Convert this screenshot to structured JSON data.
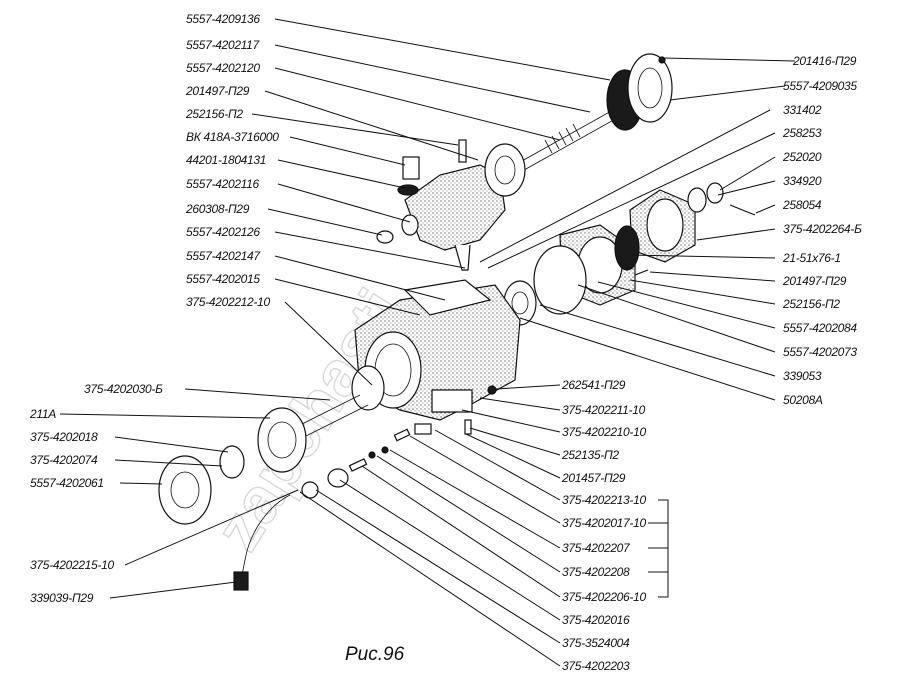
{
  "caption": "Рис.96",
  "watermark": "zapchasti",
  "labels": {
    "l01": "5557-4209136",
    "l02": "5557-4202117",
    "l03": "5557-4202120",
    "l04": "201497-П29",
    "l05": "252156-П2",
    "l06": "ВК 418А-3716000",
    "l07": "44201-1804131",
    "l08": "5557-4202116",
    "l09": "260308-П29",
    "l10": "5557-4202126",
    "l11": "5557-4202147",
    "l12": "5557-4202015",
    "l13": "375-4202212-10",
    "l14": "375-4202030-Б",
    "l15": "211А",
    "l16": "375-4202018",
    "l17": "375-4202074",
    "l18": "5557-4202061",
    "l19": "375-4202215-10",
    "l20": "339039-П29",
    "r01": "201416-П29",
    "r02": "5557-4209035",
    "r03": "331402",
    "r04": "258253",
    "r05": "252020",
    "r06": "334920",
    "r07": "258054",
    "r08": "375-4202264-Б",
    "r09": "21-51х76-1",
    "r10": "201497-П29",
    "r11": "252156-П2",
    "r12": "5557-4202084",
    "r13": "5557-4202073",
    "r14": "339053",
    "r15": "50208А",
    "b01": "262541-П29",
    "b02": "375-4202211-10",
    "b03": "375-4202210-10",
    "b04": "252135-П2",
    "b05": "201457-П29",
    "b06": "375-4202213-10",
    "b07": "375-4202017-10",
    "b08": "375-4202207",
    "b09": "375-4202208",
    "b10": "375-4202206-10",
    "b11": "375-4202016",
    "b12": "375-3524004",
    "b13": "375-4202203"
  }
}
